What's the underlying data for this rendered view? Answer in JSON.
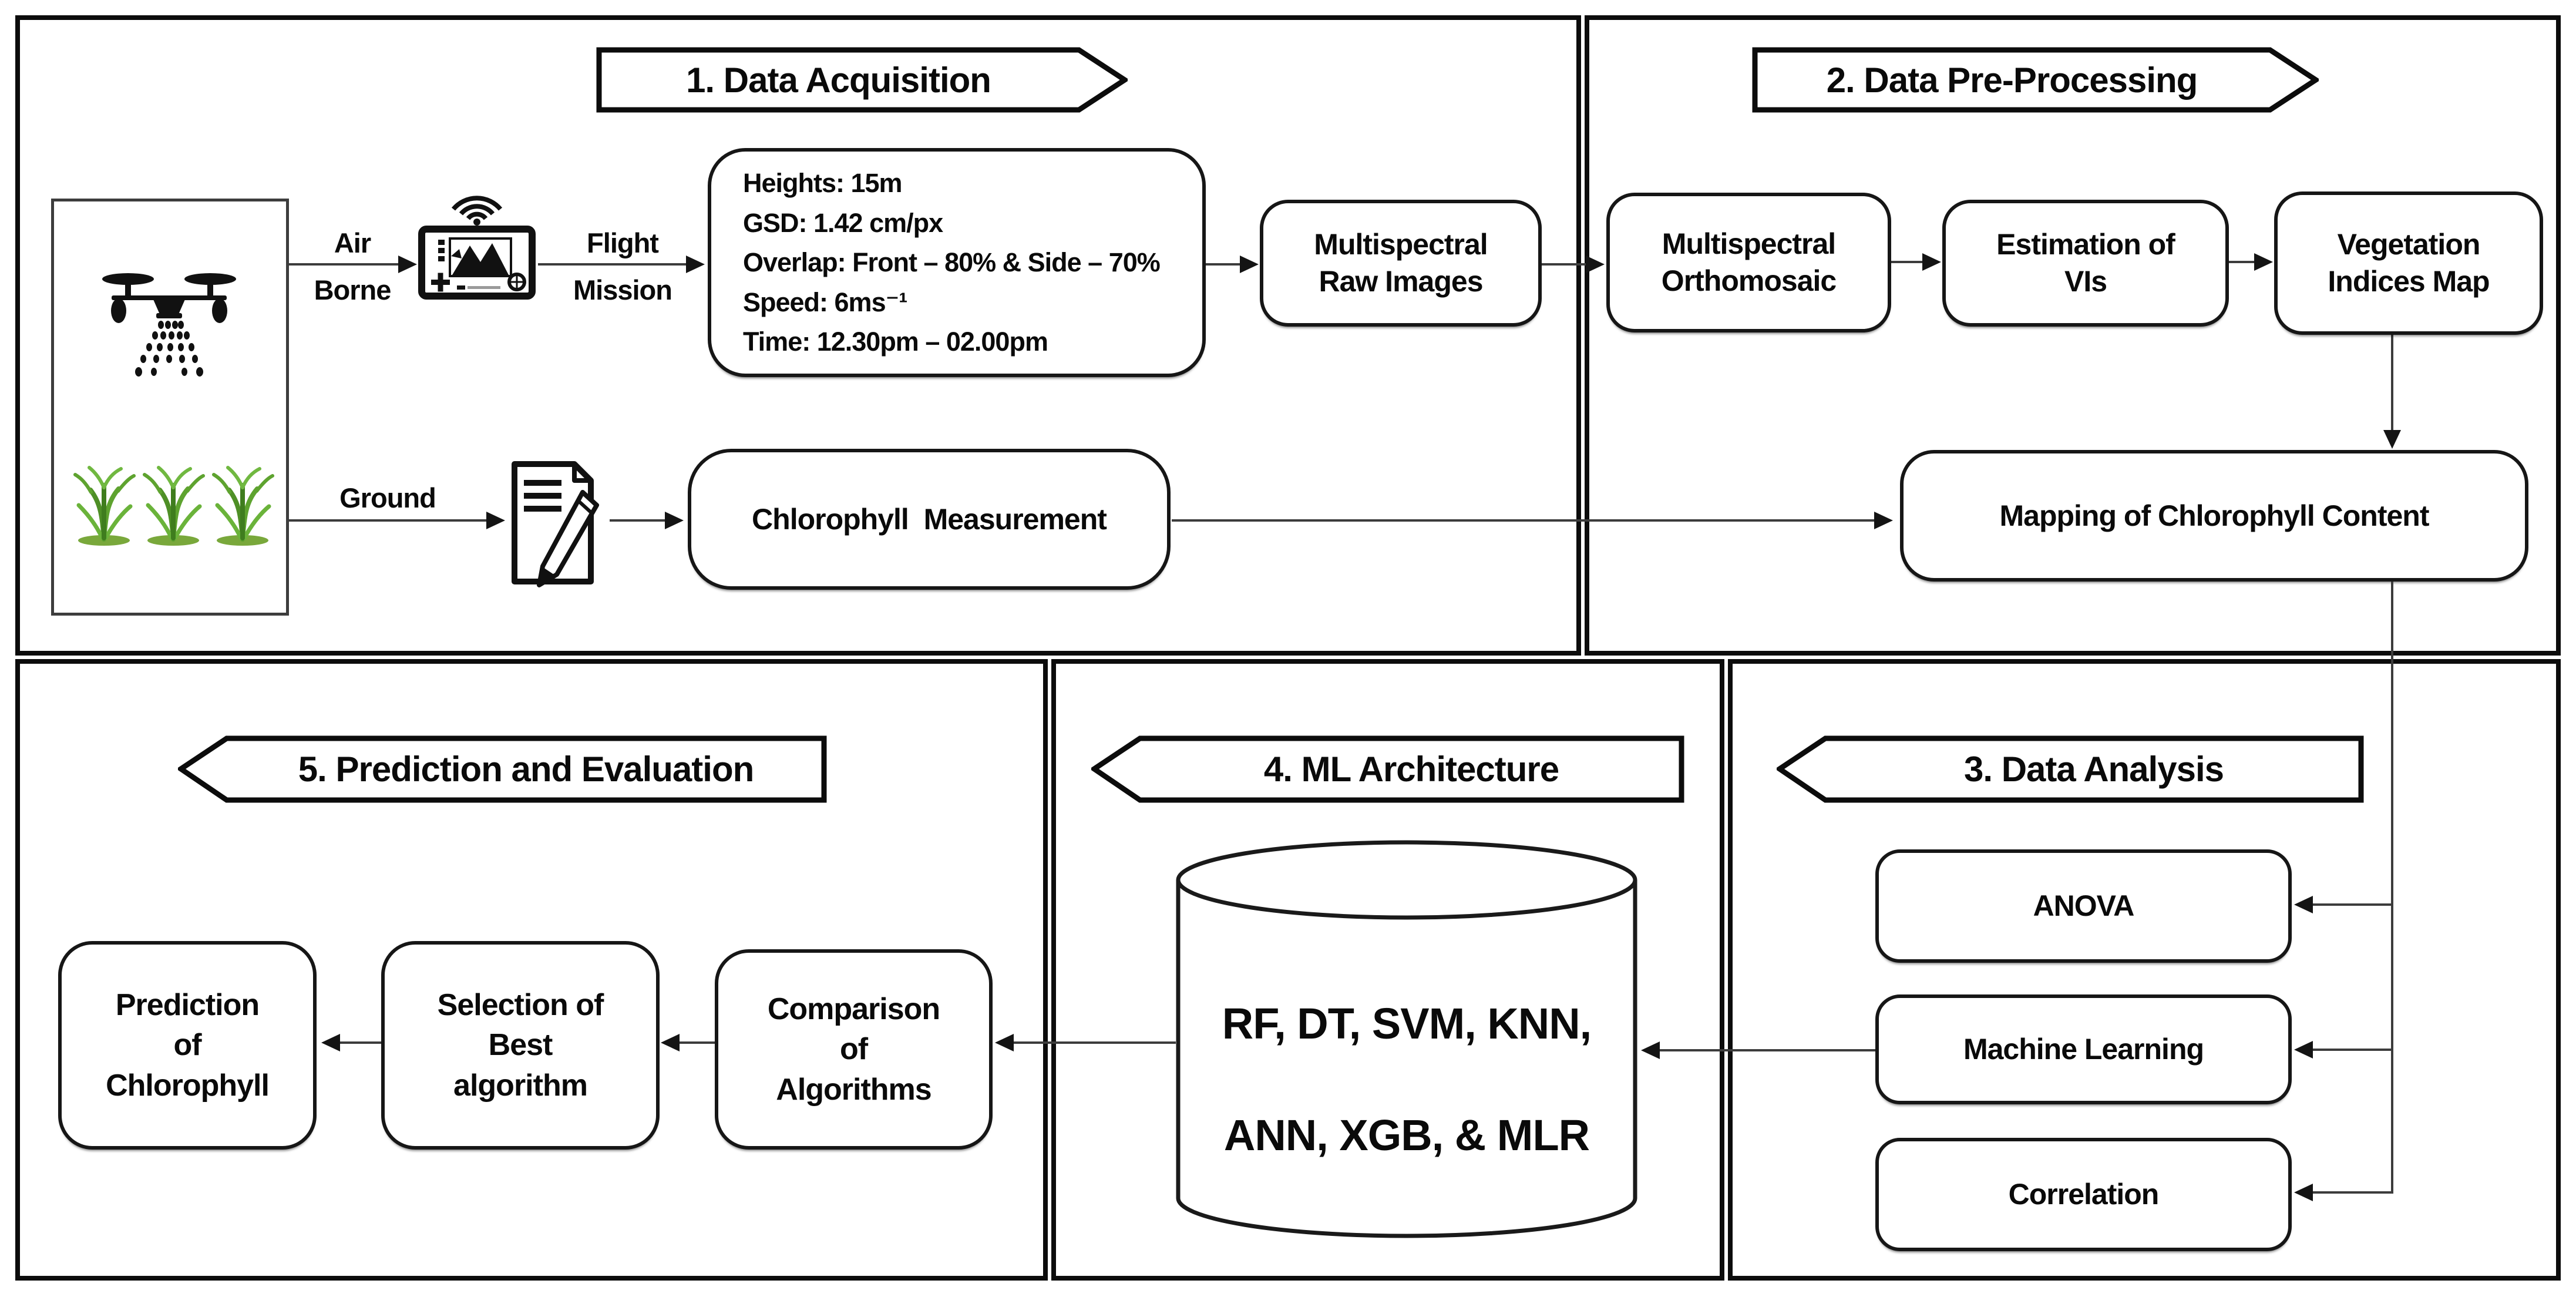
{
  "banners": {
    "s1": "1. Data Acquisition",
    "s2": "2. Data Pre-Processing",
    "s3": "3. Data Analysis",
    "s4": "4. ML Architecture",
    "s5": "5. Prediction and Evaluation"
  },
  "acquisition": {
    "air_label_1": "Air",
    "air_label_2": "Borne",
    "flight_label_1": "Flight",
    "flight_label_2": "Mission",
    "ground_label": "Ground",
    "flight_params": [
      "Heights: 15m",
      "GSD: 1.42 cm/px",
      "Overlap: Front – 80% & Side – 70%",
      "Speed: 6ms⁻¹",
      "Time: 12.30pm – 02.00pm"
    ],
    "raw_images_1": "Multispectral",
    "raw_images_2": "Raw Images",
    "chlorophyll_measurement": "Chlorophyll  Measurement"
  },
  "preprocessing": {
    "orthomosaic_1": "Multispectral",
    "orthomosaic_2": "Orthomosaic",
    "estimation_1": "Estimation of",
    "estimation_2": "VIs",
    "vi_map_1": "Vegetation",
    "vi_map_2": "Indices Map",
    "mapping": "Mapping of Chlorophyll Content"
  },
  "analysis": {
    "anova": "ANOVA",
    "machine_learning": "Machine Learning",
    "correlation": "Correlation"
  },
  "architecture": {
    "algorithms_line1": "RF, DT, SVM, KNN,",
    "algorithms_line2": "ANN, XGB, & MLR"
  },
  "evaluation": {
    "comparison": [
      "Comparison",
      "of",
      "Algorithms"
    ],
    "selection": [
      "Selection of",
      "Best",
      "algorithm"
    ],
    "prediction": [
      "Prediction",
      "of",
      "Chlorophyll"
    ]
  },
  "colors": {
    "line": "#3c3c3c",
    "border": "#0c0c0c",
    "plant_green": "#5ea32f",
    "plant_green_dark": "#3f7d1e",
    "plant_base": "#79a83b"
  }
}
